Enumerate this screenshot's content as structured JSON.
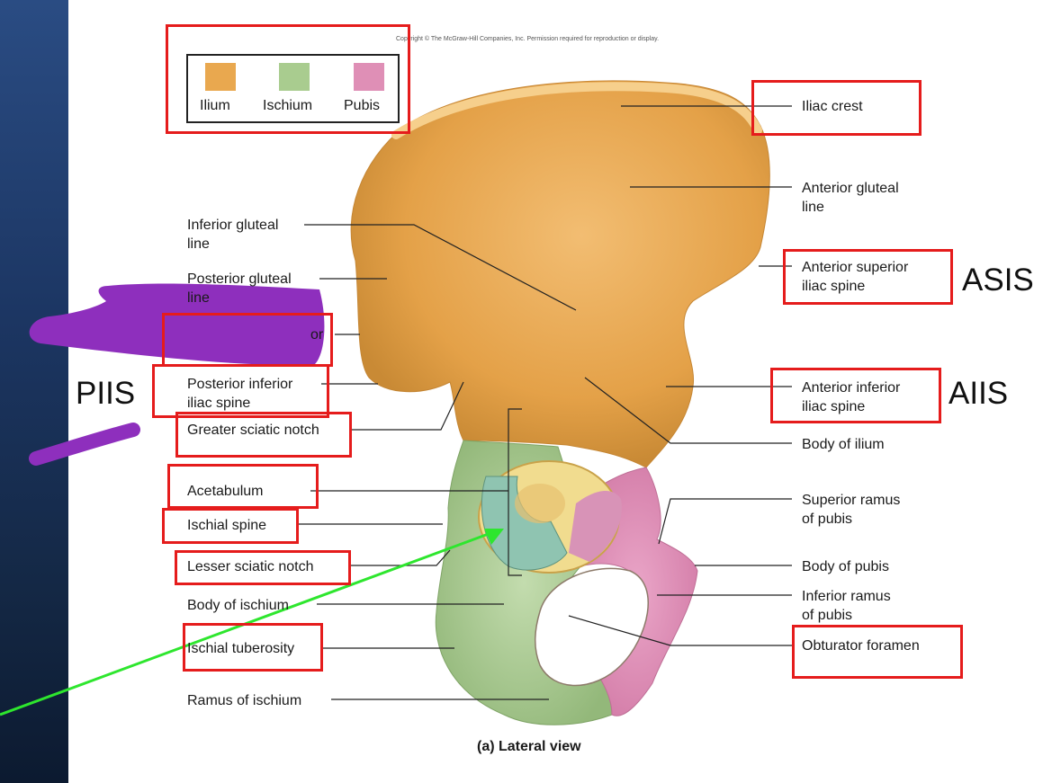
{
  "copyright": "Copyright © The McGraw-Hill Companies, Inc. Permission required for reproduction or display.",
  "legend": [
    {
      "name": "Ilium",
      "color": "#e9a84f"
    },
    {
      "name": "Ischium",
      "color": "#a9cc8f"
    },
    {
      "name": "Pubis",
      "color": "#df8fb6"
    }
  ],
  "labels": {
    "iliac_crest": "Iliac crest",
    "anterior_gluteal_line": [
      "Anterior gluteal",
      "line"
    ],
    "inferior_gluteal_line": [
      "Inferior gluteal",
      "line"
    ],
    "posterior_gluteal_line": [
      "Posterior gluteal",
      "line"
    ],
    "anterior_superior_iliac_spine": [
      "Anterior superior",
      "iliac spine"
    ],
    "posterior_superior_iliac_spine_partial": "or",
    "posterior_inferior_iliac_spine": [
      "Posterior inferior",
      "iliac spine"
    ],
    "anterior_inferior_iliac_spine": [
      "Anterior inferior",
      "iliac spine"
    ],
    "greater_sciatic_notch": "Greater sciatic notch",
    "body_of_ilium": "Body of ilium",
    "acetabulum": "Acetabulum",
    "superior_ramus_of_pubis": [
      "Superior ramus",
      "of pubis"
    ],
    "ischial_spine": "Ischial spine",
    "lesser_sciatic_notch": "Lesser sciatic notch",
    "body_of_pubis": "Body of pubis",
    "body_of_ischium": "Body of ischium",
    "inferior_ramus_of_pubis": [
      "Inferior ramus",
      "of pubis"
    ],
    "ischial_tuberosity": "Ischial tuberosity",
    "obturator_foramen": "Obturator foramen",
    "ramus_of_ischium": "Ramus of ischium"
  },
  "annotations": {
    "asis": "ASIS",
    "aiis": "AIIS",
    "piis": "PIIS"
  },
  "caption": "(a) Lateral view",
  "colors": {
    "ilium": "#e9a84f",
    "ischium": "#a9cc8f",
    "pubis": "#df8fb6",
    "highlight_box": "#e51c1c",
    "scribble": "#8e2fbd",
    "arrow": "#2ee62e"
  }
}
